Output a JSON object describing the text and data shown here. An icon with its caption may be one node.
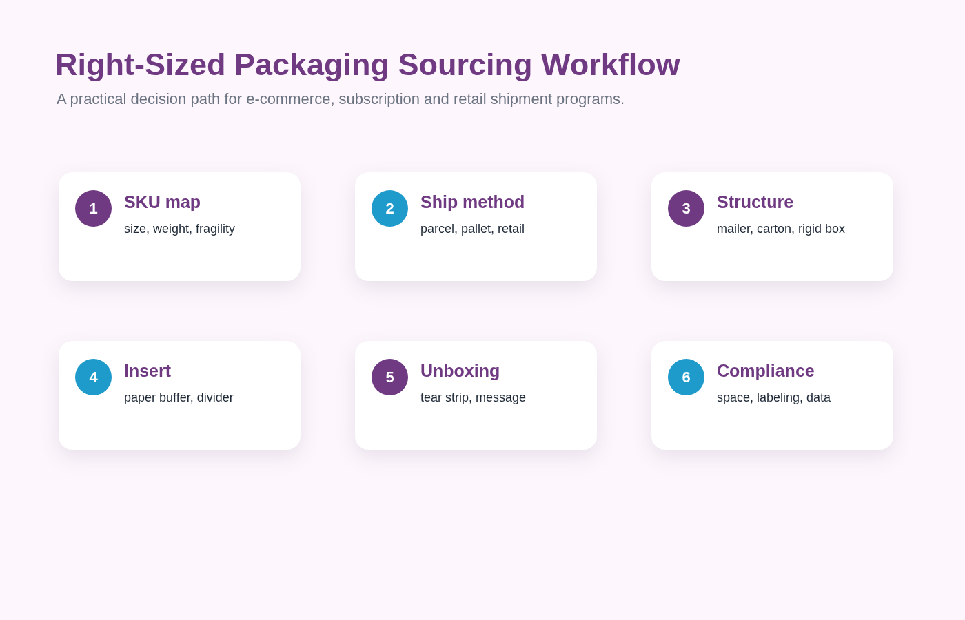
{
  "diagram": {
    "title": "Right-Sized Packaging Sourcing Workflow",
    "caption": "A practical decision path for e-commerce, subscription and retail shipment programs.",
    "nodes": [
      {
        "text": [
          "SKU map",
          "size, weight, fragility"
        ]
      },
      {
        "text": [
          "1"
        ],
        "in": 0
      },
      {
        "text": [
          "Ship method",
          "parcel, pallet, retail"
        ]
      },
      {
        "text": [
          "2"
        ],
        "in": 2
      },
      {
        "text": [
          "Structure",
          "mailer, carton, rigid box"
        ]
      },
      {
        "text": [
          "3"
        ],
        "in": 4
      },
      {
        "text": [
          "Insert",
          "paper buffer, divider"
        ]
      },
      {
        "text": [
          "4"
        ],
        "in": 6
      },
      {
        "text": [
          "Unboxing",
          "tear strip, message"
        ]
      },
      {
        "text": [
          "5"
        ],
        "in": 8
      },
      {
        "text": [
          "Compliance",
          "space, labeling, data"
        ]
      },
      {
        "text": [
          "6"
        ],
        "in": 10
      }
    ]
  }
}
